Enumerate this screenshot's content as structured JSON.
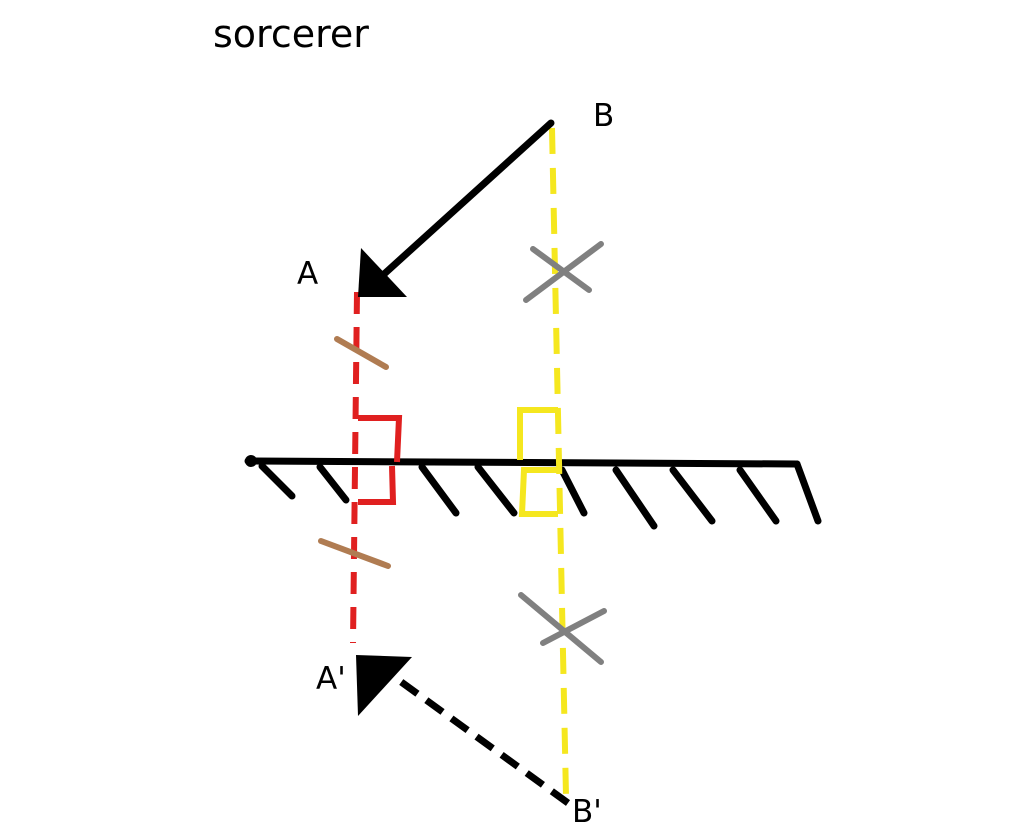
{
  "title": "sorcerer",
  "points": {
    "a": "A",
    "b": "B",
    "a_image": "A'",
    "b_image": "B'"
  },
  "colors": {
    "object_arrow": "#000000",
    "mirror": "#000000",
    "normal_a": "#e02020",
    "normal_b": "#f5e71f",
    "equal_tick_a": "#b07c52",
    "equal_cross_b": "#808080",
    "image_arrow": "#000000"
  },
  "icons": {
    "mirror": "hatched-mirror-line",
    "object": "arrow-object",
    "image": "dashed-arrow-image",
    "right_angle": "right-angle-marker",
    "equal_length": "equal-length-tick"
  }
}
